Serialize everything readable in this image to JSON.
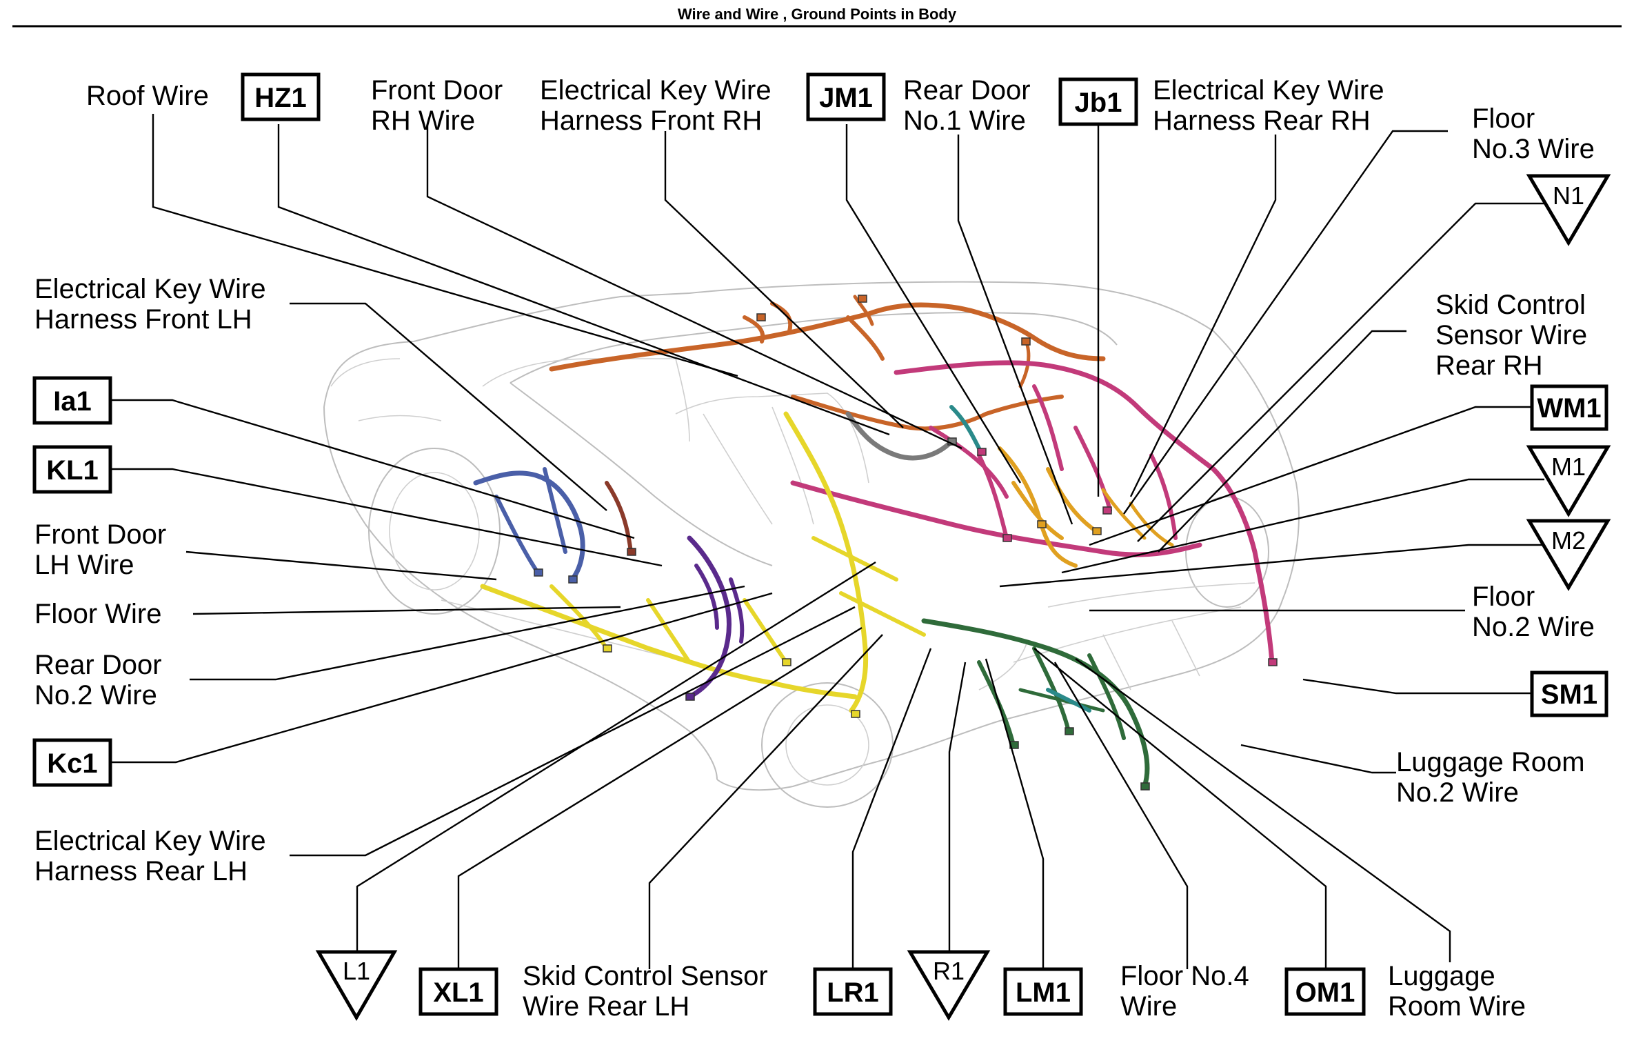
{
  "title": "Wire and Wire , Ground Points in Body",
  "labels": {
    "roof_wire": [
      "Roof Wire"
    ],
    "front_door_rh": [
      "Front Door",
      "RH Wire"
    ],
    "ekw_front_rh": [
      "Electrical Key Wire",
      "Harness Front RH"
    ],
    "rear_door_no1": [
      "Rear Door",
      "No.1 Wire"
    ],
    "ekw_rear_rh": [
      "Electrical Key Wire",
      "Harness Rear RH"
    ],
    "floor_no3": [
      "Floor",
      "No.3 Wire"
    ],
    "ekw_front_lh": [
      "Electrical Key Wire",
      "Harness Front LH"
    ],
    "skid_rear_rh": [
      "Skid Control",
      "Sensor Wire",
      "Rear RH"
    ],
    "front_door_lh": [
      "Front Door",
      "LH Wire"
    ],
    "floor_wire": [
      "Floor Wire"
    ],
    "rear_door_no2": [
      "Rear Door",
      "No.2 Wire"
    ],
    "floor_no2": [
      "Floor",
      "No.2 Wire"
    ],
    "luggage_no2": [
      "Luggage Room",
      "No.2 Wire"
    ],
    "ekw_rear_lh": [
      "Electrical Key Wire",
      "Harness Rear LH"
    ],
    "skid_rear_lh": [
      "Skid Control Sensor",
      "Wire Rear LH"
    ],
    "floor_no4": [
      "Floor No.4",
      "Wire"
    ],
    "luggage_room": [
      "Luggage",
      "Room Wire"
    ]
  },
  "connectors": {
    "HZ1": "HZ1",
    "JM1": "JM1",
    "Jb1": "Jb1",
    "Ia1": "Ia1",
    "KL1": "KL1",
    "Kc1": "Kc1",
    "WM1": "WM1",
    "SM1": "SM1",
    "XL1": "XL1",
    "LR1": "LR1",
    "LM1": "LM1",
    "OM1": "OM1"
  },
  "grounds": {
    "N1": "N1",
    "M1": "M1",
    "M2": "M2",
    "L1": "L1",
    "R1": "R1"
  },
  "colors": {
    "roof": "#c86428",
    "front_lh": "#4a5fa8",
    "rear_lh": "#5a2a8c",
    "floor": "#e6d62a",
    "floor_no2": "#c23a7a",
    "luggage": "#2f6b3a",
    "rear_rh": "#e0a020",
    "teal": "#2a8a8a",
    "gray": "#7a7a7a",
    "brown": "#8a3a2a"
  }
}
